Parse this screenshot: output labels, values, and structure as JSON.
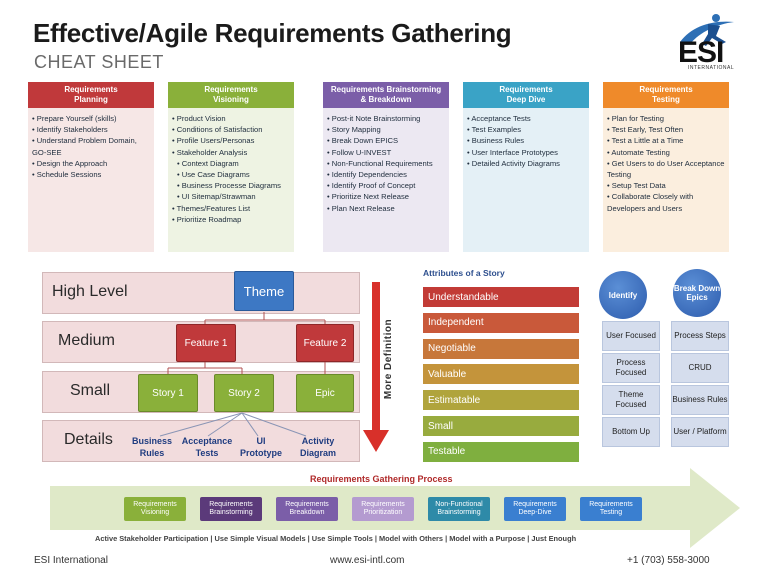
{
  "header": {
    "title": "Effective/Agile Requirements Gathering",
    "subtitle": "CHEAT SHEET",
    "logo_text": "ESI",
    "logo_subtext": "INTERNATIONAL"
  },
  "columns": [
    {
      "head1": "Requirements",
      "head2": "Planning",
      "color": "#c0393b",
      "items": [
        "• Prepare Yourself (skills)",
        "• Identify Stakeholders",
        "• Understand Problem Domain, GO-SEE",
        "• Design the Approach",
        "• Schedule Sessions"
      ]
    },
    {
      "head1": "Requirements",
      "head2": "Visioning",
      "color": "#8ab03a",
      "items": [
        "• Product Vision",
        "• Conditions of Satisfaction",
        "• Profile Users/Personas",
        "• Stakeholder Analysis",
        "• Context Diagram",
        "• Use Case Diagrams",
        "• Business Processe Diagrams",
        "• UI Sitemap/Strawman",
        "• Themes/Features List",
        "• Prioritize Roadmap"
      ]
    },
    {
      "head1": "Requirements Brainstorming",
      "head2": "& Breakdown",
      "color": "#7b5ea8",
      "items": [
        "• Post-it Note Brainstorming",
        "• Story Mapping",
        "• Break Down EPICS",
        "• Follow U-INVEST",
        "• Non-Functional Requirements",
        "• Identify Dependencies",
        "• Identify Proof of Concept",
        "• Prioritize Next Release",
        "• Plan Next Release"
      ]
    },
    {
      "head1": "Requirements",
      "head2": "Deep Dive",
      "color": "#3aa3c6",
      "items": [
        "• Acceptance Tests",
        "• Test Examples",
        "• Business Rules",
        "• User Interface Prototypes",
        "• Detailed Activity Diagrams"
      ]
    },
    {
      "head1": "Requirements",
      "head2": "Testing",
      "color": "#ef8a2a",
      "items": [
        "• Plan for  Testing",
        "• Test Early, Test Often",
        "• Test a Little at a Time",
        "• Automate Testing",
        "• Get Users to do User Acceptance Testing",
        "• Setup Test Data",
        "• Collaborate Closely with Developers and Users"
      ]
    }
  ],
  "levels": {
    "high": "High Level",
    "medium": "Medium",
    "small": "Small",
    "details": "Details",
    "theme": "Theme",
    "feature1": "Feature 1",
    "feature2": "Feature 2",
    "story1": "Story 1",
    "story2": "Story 2",
    "epic": "Epic",
    "d1": "Business Rules",
    "d2": "Acceptance Tests",
    "d3": "UI Prototype",
    "d4": "Activity Diagram",
    "arrow_label": "More Definition"
  },
  "attributes": {
    "title": "Attributes of a Story",
    "items": [
      {
        "label": "Understandable",
        "color": "#c23b36"
      },
      {
        "label": "Independent",
        "color": "#c9593a"
      },
      {
        "label": "Negotiable",
        "color": "#c7773a"
      },
      {
        "label": "Valuable",
        "color": "#c4943b"
      },
      {
        "label": "Estimatable",
        "color": "#b0a43c"
      },
      {
        "label": "Small",
        "color": "#98ab3e"
      },
      {
        "label": "Testable",
        "color": "#7faf3f"
      }
    ]
  },
  "identify": {
    "title": "Identify",
    "items": [
      "User Focused",
      "Process Focused",
      "Theme Focused",
      "Bottom Up"
    ]
  },
  "breakdown": {
    "title": "Break Down Epics",
    "items": [
      "Process Steps",
      "CRUD",
      "Business Rules",
      "User / Platform"
    ]
  },
  "process": {
    "title": "Requirements Gathering Process",
    "steps": [
      {
        "l1": "Requirements",
        "l2": "Visioning",
        "color": "#8ab03a"
      },
      {
        "l1": "Requirements",
        "l2": "Brainstorming",
        "color": "#5b3a7a"
      },
      {
        "l1": "Requirements",
        "l2": "Breakdown",
        "color": "#7b5ea8"
      },
      {
        "l1": "Requirements",
        "l2": "Prioritization",
        "color": "#b49bd0"
      },
      {
        "l1": "Non-Functional",
        "l2": "Brainstorming",
        "color": "#2e8aa8"
      },
      {
        "l1": "Requirements",
        "l2": "Deep-Dive",
        "color": "#3a7fd0"
      },
      {
        "l1": "Requirements",
        "l2": "Testing",
        "color": "#3a7fd0"
      }
    ],
    "tagline": "Active Stakeholder Participation | Use Simple Visual Models | Use Simple Tools | Model with Others | Model with a Purpose | Just Enough"
  },
  "footer": {
    "company": "ESI International",
    "url": "www.esi-intl.com",
    "phone": "+1 (703) 558-3000"
  }
}
